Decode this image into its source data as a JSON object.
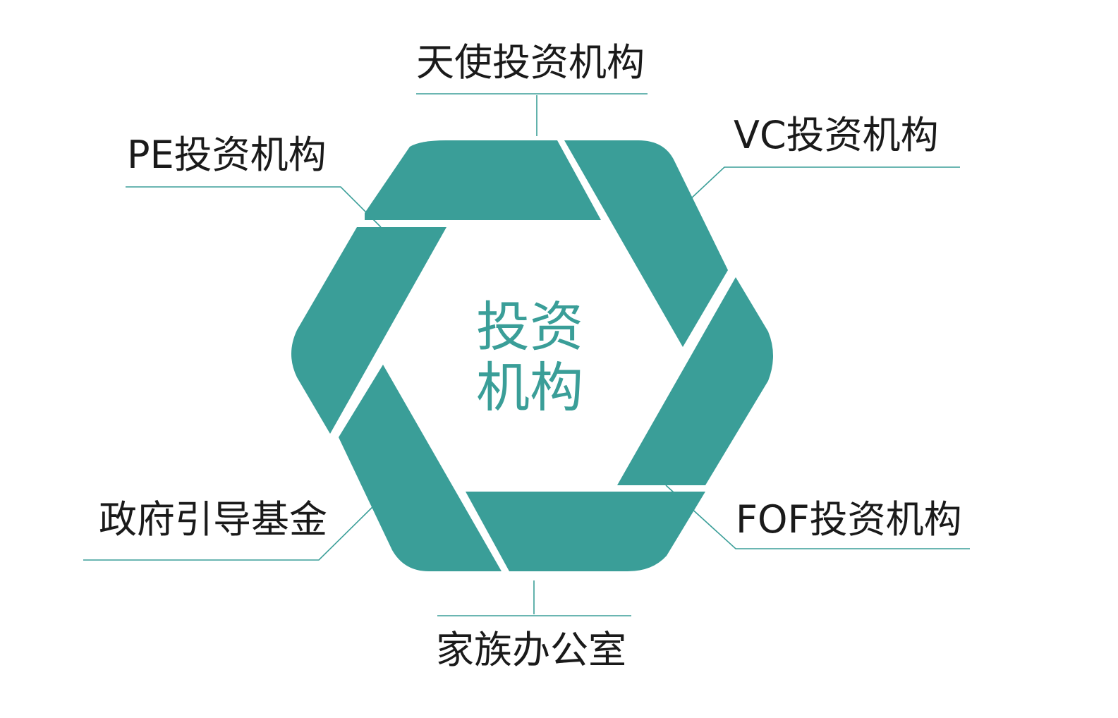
{
  "colors": {
    "segment_fill": "#3a9e98",
    "leader_line": "#3a9e98",
    "center_text": "#3a9e98",
    "label_text": "#1a1a1a"
  },
  "center": {
    "line1": "投资",
    "line2": "机构"
  },
  "labels": {
    "top": "天使投资机构",
    "top_right": "VC投资机构",
    "bottom_right": "FOF投资机构",
    "bottom": "家族办公室",
    "bottom_left": "政府引导基金",
    "top_left": "PE投资机构"
  }
}
